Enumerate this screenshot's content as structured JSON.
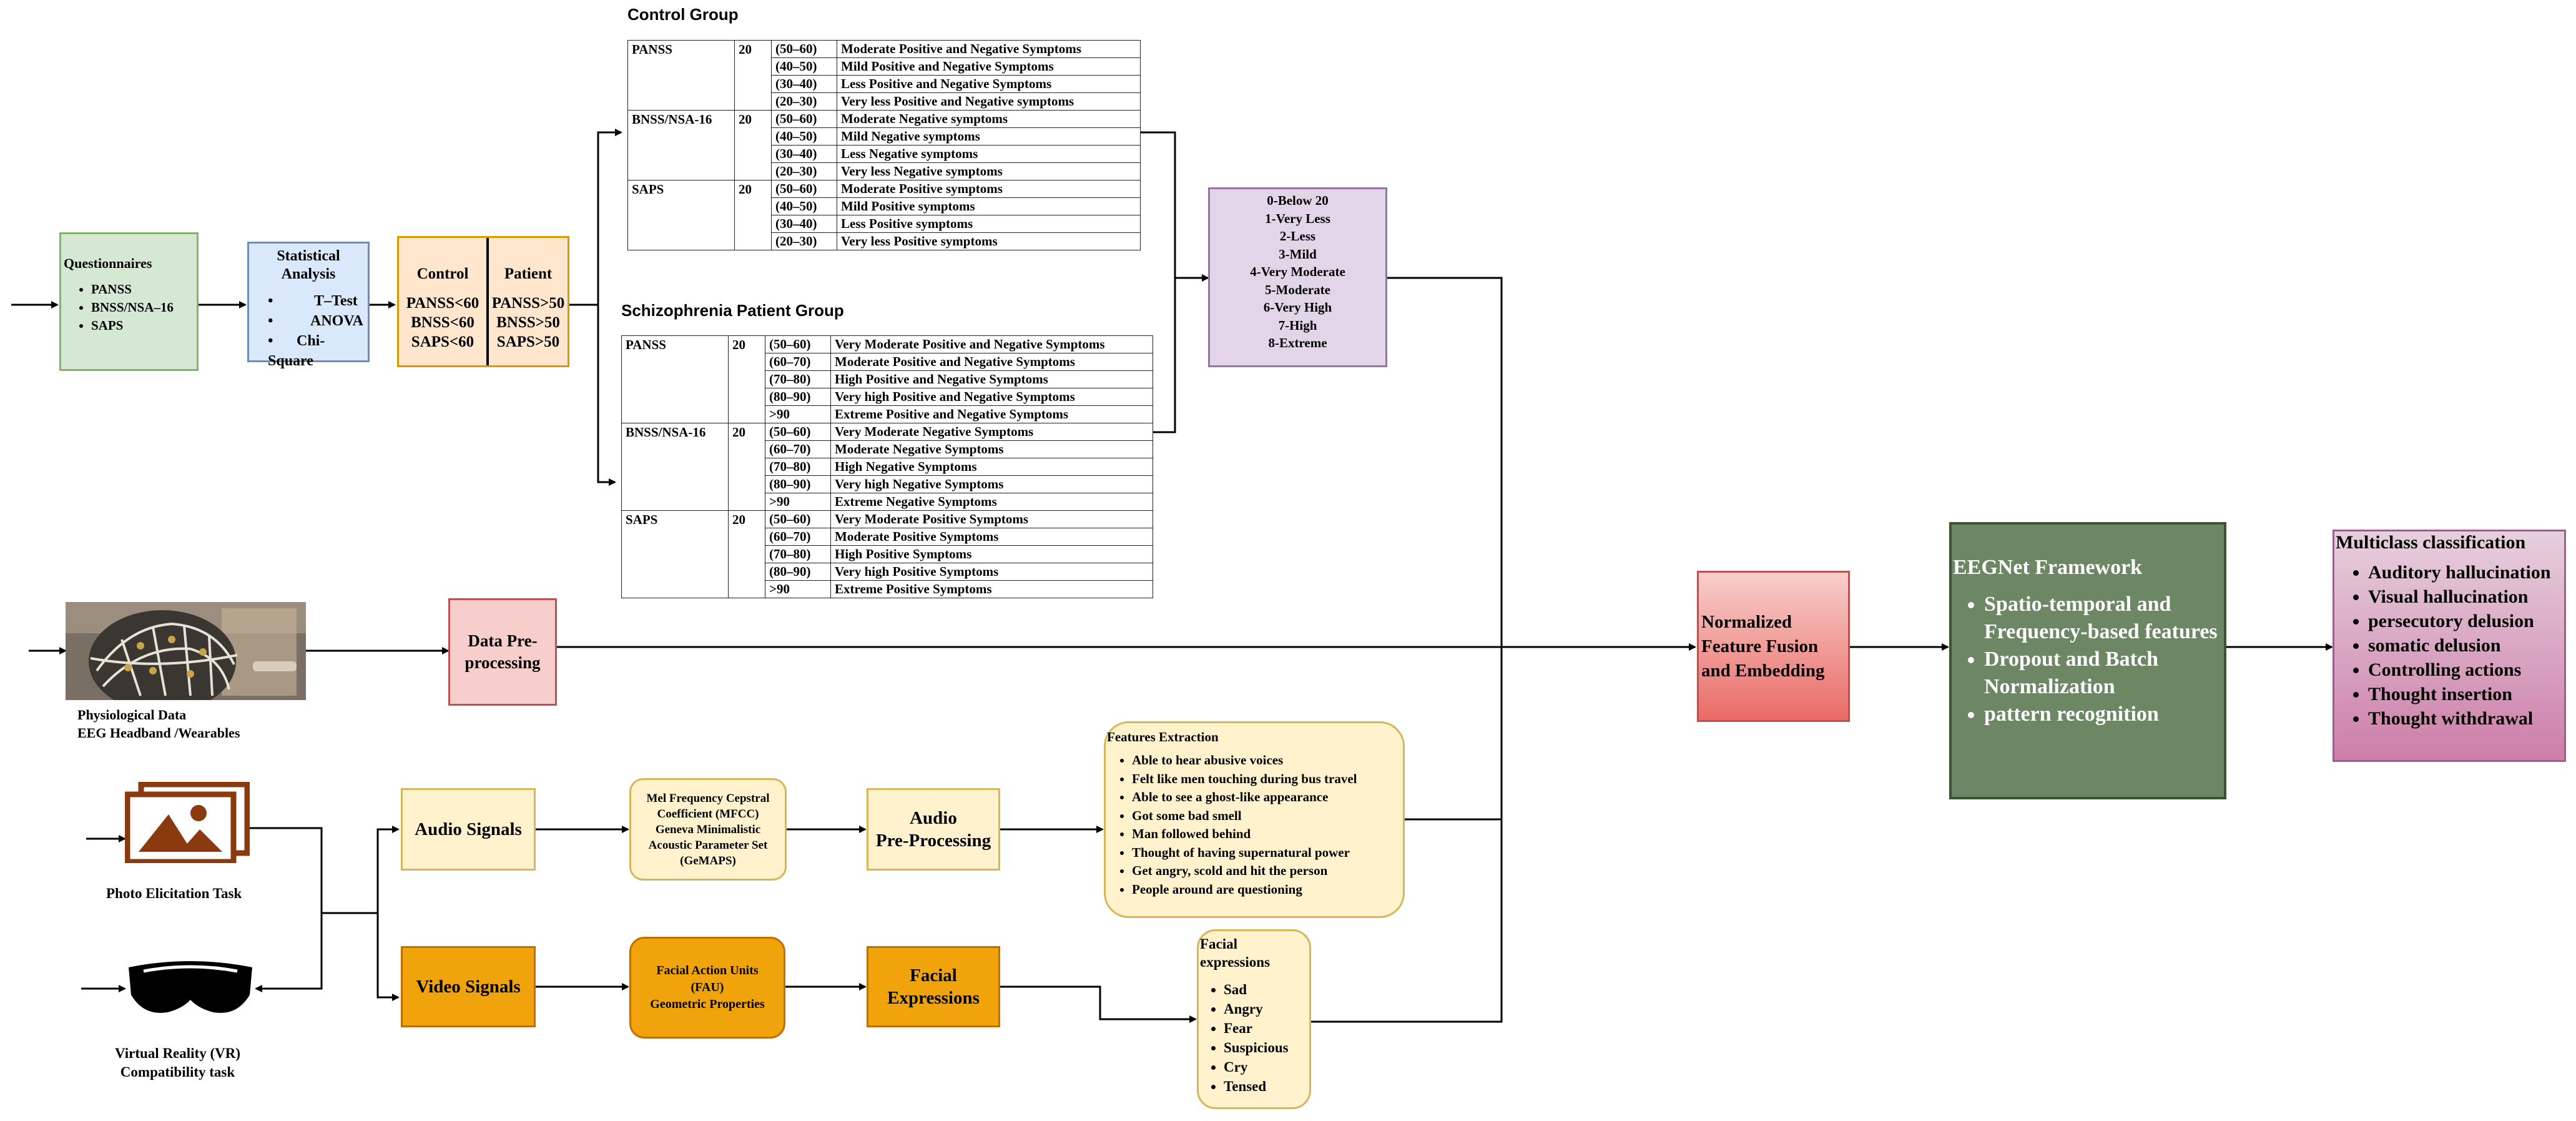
{
  "questionnaires": {
    "title": "Questionnaires",
    "items": [
      "PANSS",
      "BNSS/NSA–16",
      "SAPS"
    ]
  },
  "statistical": {
    "title": "Statistical Analysis",
    "items": [
      "T–Test",
      "ANOVA",
      "Chi-Square"
    ]
  },
  "groups_box": {
    "control": {
      "title": "Control",
      "lines": [
        "PANSS<60",
        "BNSS<60",
        "SAPS<60"
      ]
    },
    "patient": {
      "title": "Patient",
      "lines": [
        "PANSS>50",
        "BNSS>50",
        "SAPS>50"
      ]
    }
  },
  "control_group": {
    "title": "Control Group",
    "scales": [
      {
        "name": "PANSS",
        "n": "20",
        "rows": [
          [
            "(50–60)",
            "Moderate Positive and Negative Symptoms"
          ],
          [
            "(40–50)",
            "Mild Positive and Negative Symptoms"
          ],
          [
            "(30–40)",
            "Less Positive and Negative Symptoms"
          ],
          [
            "(20–30)",
            "Very less Positive and Negative symptoms"
          ]
        ]
      },
      {
        "name": "BNSS/NSA-16",
        "n": "20",
        "rows": [
          [
            "(50–60)",
            "Moderate Negative symptoms"
          ],
          [
            "(40–50)",
            "Mild Negative symptoms"
          ],
          [
            "(30–40)",
            "Less Negative symptoms"
          ],
          [
            "(20–30)",
            "Very less Negative symptoms"
          ]
        ]
      },
      {
        "name": "SAPS",
        "n": "20",
        "rows": [
          [
            "(50–60)",
            "Moderate Positive symptoms"
          ],
          [
            "(40–50)",
            "Mild Positive symptoms"
          ],
          [
            "(30–40)",
            "Less Positive symptoms"
          ],
          [
            "(20–30)",
            "Very less Positive symptoms"
          ]
        ]
      }
    ]
  },
  "patient_group": {
    "title": "Schizophrenia Patient Group",
    "scales": [
      {
        "name": "PANSS",
        "n": "20",
        "rows": [
          [
            "(50–60)",
            "Very Moderate Positive and Negative Symptoms"
          ],
          [
            "(60–70)",
            "Moderate Positive and Negative Symptoms"
          ],
          [
            "(70–80)",
            "High Positive and Negative Symptoms"
          ],
          [
            "(80–90)",
            "Very high Positive and Negative Symptoms"
          ],
          [
            ">90",
            "Extreme Positive and Negative Symptoms"
          ]
        ]
      },
      {
        "name": "BNSS/NSA-16",
        "n": "20",
        "rows": [
          [
            "(50–60)",
            "Very Moderate Negative Symptoms"
          ],
          [
            "(60–70)",
            "Moderate Negative Symptoms"
          ],
          [
            "(70–80)",
            "High Negative Symptoms"
          ],
          [
            "(80–90)",
            "Very high Negative Symptoms"
          ],
          [
            ">90",
            "Extreme Negative Symptoms"
          ]
        ]
      },
      {
        "name": "SAPS",
        "n": "20",
        "rows": [
          [
            "(50–60)",
            "Very Moderate Positive Symptoms"
          ],
          [
            "(60–70)",
            "Moderate Positive Symptoms"
          ],
          [
            "(70–80)",
            "High Positive Symptoms"
          ],
          [
            "(80–90)",
            "Very high Positive Symptoms"
          ],
          [
            ">90",
            "Extreme Positive Symptoms"
          ]
        ]
      }
    ]
  },
  "severity_scale": [
    "0-Below 20",
    "1-Very Less",
    "2-Less",
    "3-Mild",
    "4-Very Moderate",
    "5-Moderate",
    "6-Very High",
    "7-High",
    "8-Extreme"
  ],
  "physiological": {
    "caption_line1": "Physiological Data",
    "caption_line2": "EEG Headband /Wearables"
  },
  "preprocessing": {
    "line1": "Data Pre-",
    "line2": "processing"
  },
  "photo_task": {
    "caption": "Photo Elicitation Task"
  },
  "vr_task": {
    "caption_line1": "Virtual Reality (VR)",
    "caption_line2": "Compatibility task"
  },
  "audio_signals": "Audio Signals",
  "video_signals": "Video Signals",
  "mfcc": [
    "Mel Frequency Cepstral",
    "Coefficient (MFCC)",
    "Geneva Minimalistic",
    "Acoustic Parameter Set",
    "(GeMAPS)"
  ],
  "fau": [
    "Facial Action Units",
    "(FAU)",
    "Geometric Properties"
  ],
  "audio_pre": {
    "line1": "Audio",
    "line2": "Pre-Processing"
  },
  "facial_expr_box": {
    "line1": "Facial",
    "line2": "Expressions"
  },
  "features": {
    "title": "Features Extraction",
    "items": [
      "Able to hear abusive voices",
      "Felt like men touching during bus travel",
      "Able to see a ghost-like appearance",
      "Got some bad smell",
      "Man followed behind",
      "Thought of having supernatural power",
      "Get angry, scold and hit the person",
      "People around are questioning"
    ]
  },
  "facial_list": {
    "title": "Facial expressions",
    "items": [
      "Sad",
      "Angry",
      "Fear",
      "Suspicious",
      "Cry",
      "Tensed"
    ]
  },
  "fusion": {
    "lines": [
      "Normalized",
      "Feature Fusion",
      "and Embedding"
    ]
  },
  "eegnet": {
    "title": "EEGNet Framework",
    "items": [
      "Spatio-temporal and Frequency-based features",
      "Dropout and Batch Normalization",
      "pattern recognition"
    ]
  },
  "multiclass": {
    "title": "Multiclass classification",
    "items": [
      "Auditory hallucination",
      "Visual hallucination",
      "persecutory delusion",
      "somatic delusion",
      "Controlling actions",
      "Thought insertion",
      "Thought withdrawal"
    ]
  },
  "colors": {
    "green_fill": "#d5e8d4",
    "green_border": "#82b366",
    "blue_fill": "#dae8fc",
    "blue_border": "#6c8ebf",
    "orange_fill": "#ffe6cc",
    "orange_border": "#d79b00",
    "purple_fill": "#e1d5e7",
    "purple_border": "#9673a6",
    "red_fill": "#f8cecc",
    "red_border": "#b85450",
    "yellow_fill": "#fff2cc",
    "yellow_border": "#d6b656",
    "amber_fill": "#f0a30a",
    "amber_border": "#bd7000",
    "eeg_green": "#6d8764",
    "eeg_border": "#3a5431",
    "pink_top": "#e6d0de",
    "pink_bottom": "#cd7ea8",
    "pink_border": "#996185"
  },
  "icons": [
    "eeg-photo",
    "photo-gallery-icon",
    "vr-headset-icon"
  ]
}
